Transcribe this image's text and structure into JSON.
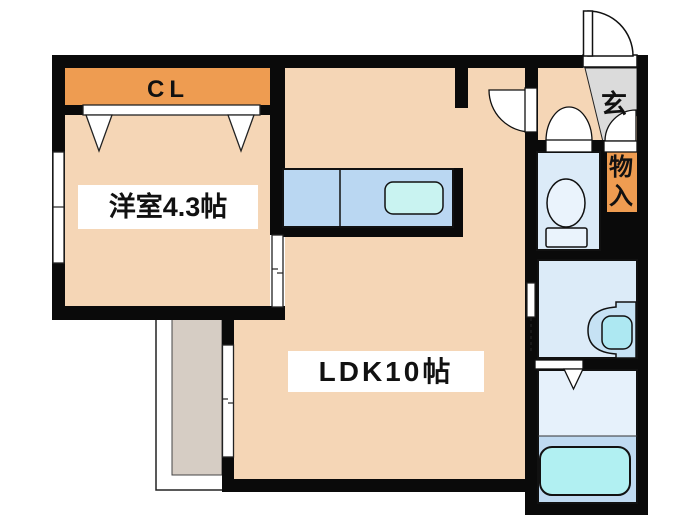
{
  "page": {
    "type": "floor-plan"
  },
  "labels": {
    "closet": "CL",
    "western_room": "洋室4.3帖",
    "ldk": "LDK10帖",
    "entrance": "玄",
    "storage": "物入"
  },
  "colors": {
    "wall": "#0a0a0a",
    "floor_peach": "#F5D6B6",
    "accent_orange": "#EE9C51",
    "entrance_gray": "#DBDBDB",
    "balcony_gray": "#D6CDC4",
    "counter_blue": "#BAD7F2",
    "sink_cyan": "#C9F3F1",
    "sanitary_blue": "#DCEBF8",
    "bathroom_blue": "#E6F1FB",
    "tub_zone_blue": "#BFDAF1",
    "tub_cyan": "#B1F0F2"
  }
}
